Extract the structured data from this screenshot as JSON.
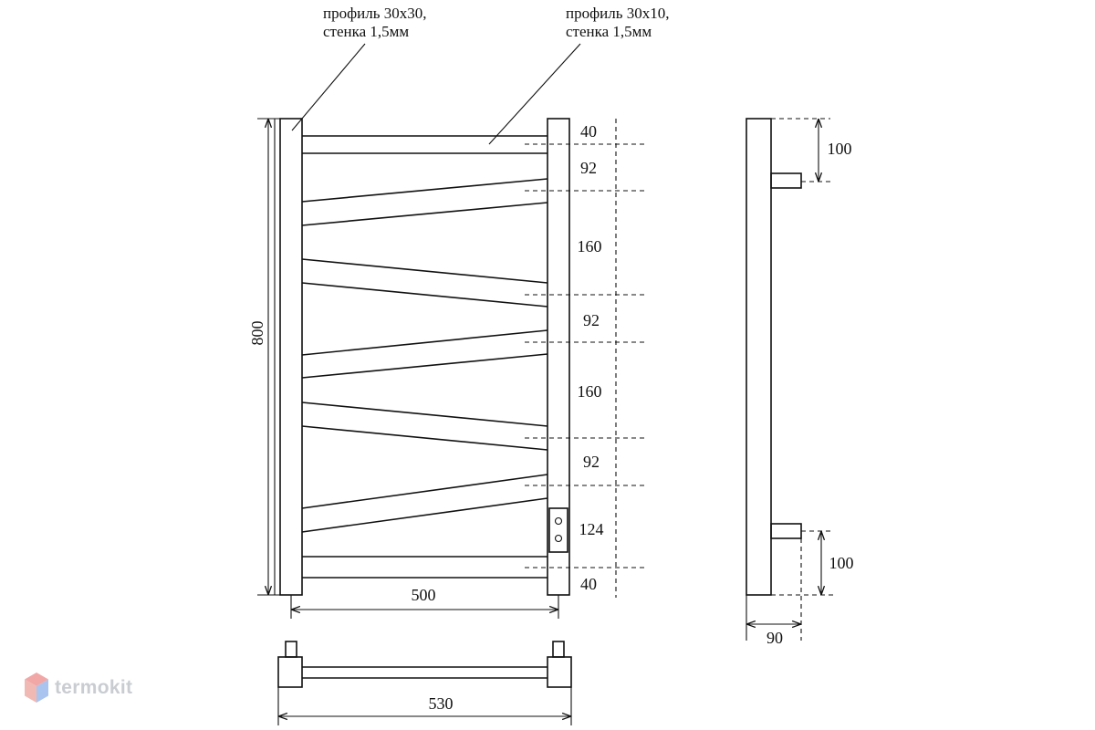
{
  "callouts": {
    "profile_30x30_line1": "профиль 30х30,",
    "profile_30x30_line2": "стенка 1,5мм",
    "profile_30x10_line1": "профиль 30х10,",
    "profile_30x10_line2": "стенка 1,5мм"
  },
  "front_view": {
    "overall_height": "800",
    "width_between_axes": "500",
    "spacings": [
      "40",
      "92",
      "160",
      "92",
      "160",
      "92",
      "124",
      "40"
    ]
  },
  "side_view": {
    "connection_top_offset": "100",
    "connection_bottom_offset": "100",
    "depth": "90"
  },
  "top_view": {
    "overall_width": "530"
  },
  "brand": {
    "name": "termokit",
    "colors": {
      "logo_red": "#f2a7a7",
      "logo_blue": "#a9c4ef",
      "logo_text": "#c9ccd1"
    }
  }
}
